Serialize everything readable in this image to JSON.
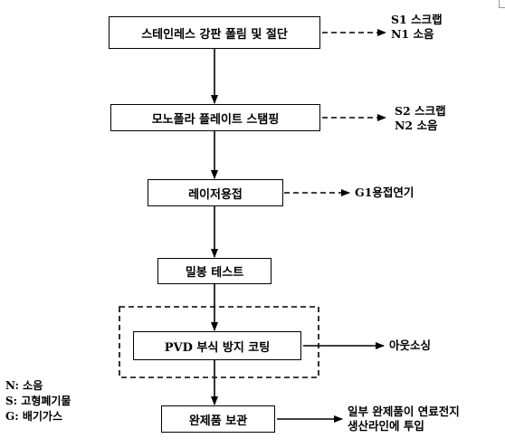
{
  "steps": [
    {
      "id": "s1",
      "label": "스테인레스 강판 폴림 및 절단"
    },
    {
      "id": "s2",
      "label": "모노폴라 플레이트 스탬핑"
    },
    {
      "id": "s3",
      "label": "레이저용접"
    },
    {
      "id": "s4",
      "label": "밀봉 테스트"
    },
    {
      "id": "s5",
      "label": "PVD 부식 방지 코팅"
    },
    {
      "id": "s6",
      "label": "완제품 보관"
    }
  ],
  "outputs": {
    "s1": [
      "S1 스크랩",
      "N1 소음"
    ],
    "s2": [
      "S2 스크랩",
      "N2 소음"
    ],
    "s3": [
      "G1용접연기"
    ],
    "s5": [
      "아웃소싱"
    ],
    "s6": [
      "일부 완제품이 연료전지",
      "생산라인에 투입"
    ]
  },
  "legend": [
    "N: 소음",
    "S: 고형폐기물",
    "G: 배기가스"
  ]
}
